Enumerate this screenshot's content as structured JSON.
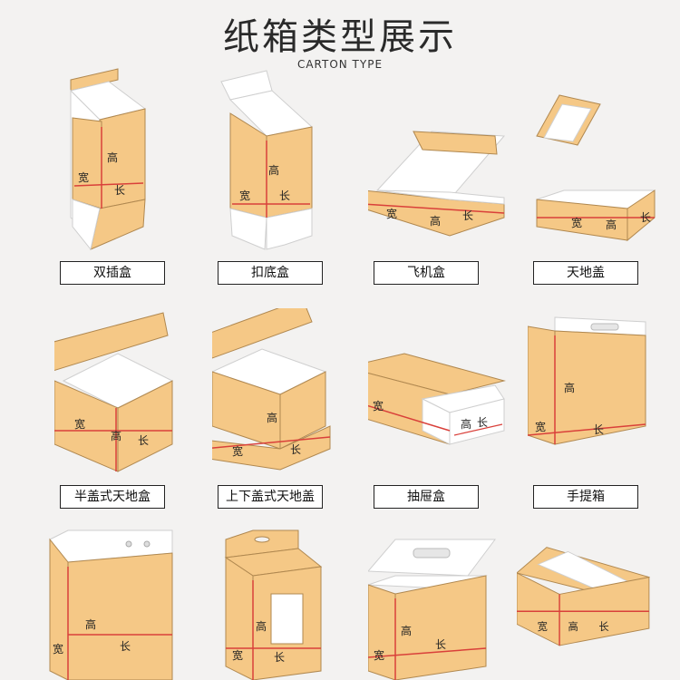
{
  "header": {
    "title": "纸箱类型展示",
    "subtitle": "CARTON TYPE"
  },
  "dimension_marks": {
    "height": "高",
    "width": "宽",
    "length": "长"
  },
  "colors": {
    "kraft": "#f5c886",
    "kraft_dark": "#e7b06b",
    "inner": "#ffffff",
    "line": "#d9403a",
    "outline": "#b08850"
  },
  "boxes": [
    {
      "label": "双插盒"
    },
    {
      "label": "扣底盒"
    },
    {
      "label": "飞机盒"
    },
    {
      "label": "天地盖"
    },
    {
      "label": "半盖式天地盒"
    },
    {
      "label": "上下盖式天地盖"
    },
    {
      "label": "抽屉盒"
    },
    {
      "label": "手提箱"
    },
    {
      "label": ""
    },
    {
      "label": ""
    },
    {
      "label": ""
    },
    {
      "label": ""
    }
  ]
}
